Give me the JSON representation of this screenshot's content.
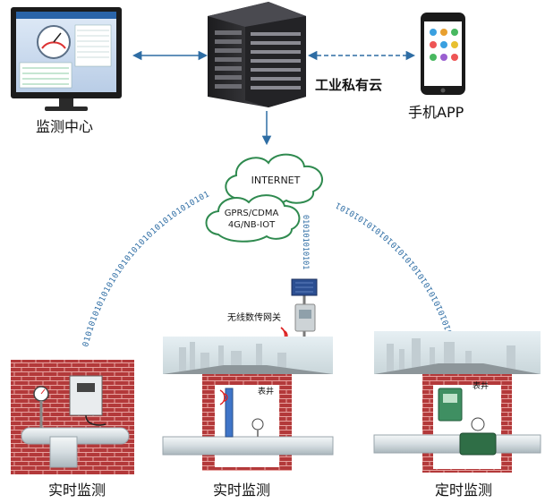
{
  "nodes": {
    "monitor_center": {
      "label": "监测中心"
    },
    "server": {
      "label": "工业私有云"
    },
    "phone": {
      "label": "手机APP"
    },
    "internet": {
      "label": "INTERNET"
    },
    "network": {
      "line1": "GPRS/CDMA",
      "line2": "4G/NB-IOT"
    },
    "gateway": {
      "label": "无线数传网关"
    },
    "site_left": {
      "label": "实时监测"
    },
    "site_middle": {
      "label": "实时监测",
      "well_label": "表井"
    },
    "site_right": {
      "label": "定时监测",
      "well_label": "表井"
    }
  },
  "binary_streams": {
    "left": "01010101010101010101010101010101010101",
    "middle": "010101010101",
    "right": "01010101010101010101010101010101010101"
  },
  "colors": {
    "arrow": "#2e6da4",
    "binary": "#2e6da4",
    "brick": "#b83b3b",
    "pipe": "#dfe6ea",
    "cloud_fill": "#ffffff",
    "cloud_stroke": "#2f8a4f"
  }
}
